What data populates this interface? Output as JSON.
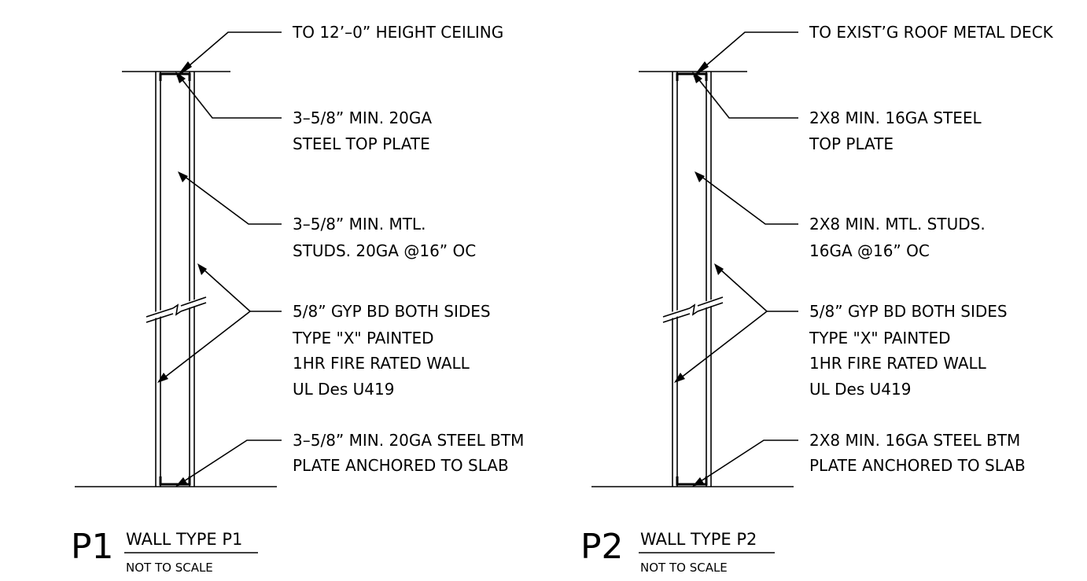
{
  "details": [
    {
      "tag": "P1",
      "title": "WALL TYPE P1",
      "scale": "NOT TO SCALE",
      "notes": {
        "top": [
          "TO 12’–0” HEIGHT CEILING"
        ],
        "top_plate": [
          "3–5/8” MIN. 20GA",
          "STEEL TOP PLATE"
        ],
        "studs": [
          "3–5/8” MIN. MTL.",
          "STUDS. 20GA @16” OC"
        ],
        "gyp": [
          "5/8” GYP BD BOTH SIDES",
          "TYPE \"X\" PAINTED",
          "1HR FIRE RATED WALL",
          "UL Des U419"
        ],
        "bottom_plate": [
          "3–5/8” MIN. 20GA STEEL BTM",
          "PLATE ANCHORED TO SLAB"
        ]
      }
    },
    {
      "tag": "P2",
      "title": "WALL TYPE P2",
      "scale": "NOT TO SCALE",
      "notes": {
        "top": [
          "TO EXIST’G ROOF METAL DECK"
        ],
        "top_plate": [
          "2X8 MIN. 16GA STEEL",
          "TOP PLATE"
        ],
        "studs": [
          "2X8 MIN. MTL. STUDS.",
          "16GA @16” OC"
        ],
        "gyp": [
          "5/8” GYP BD BOTH SIDES",
          "TYPE \"X\" PAINTED",
          "1HR FIRE RATED WALL",
          "UL Des U419"
        ],
        "bottom_plate": [
          "2X8 MIN. 16GA STEEL BTM",
          "PLATE ANCHORED TO SLAB"
        ]
      }
    }
  ]
}
